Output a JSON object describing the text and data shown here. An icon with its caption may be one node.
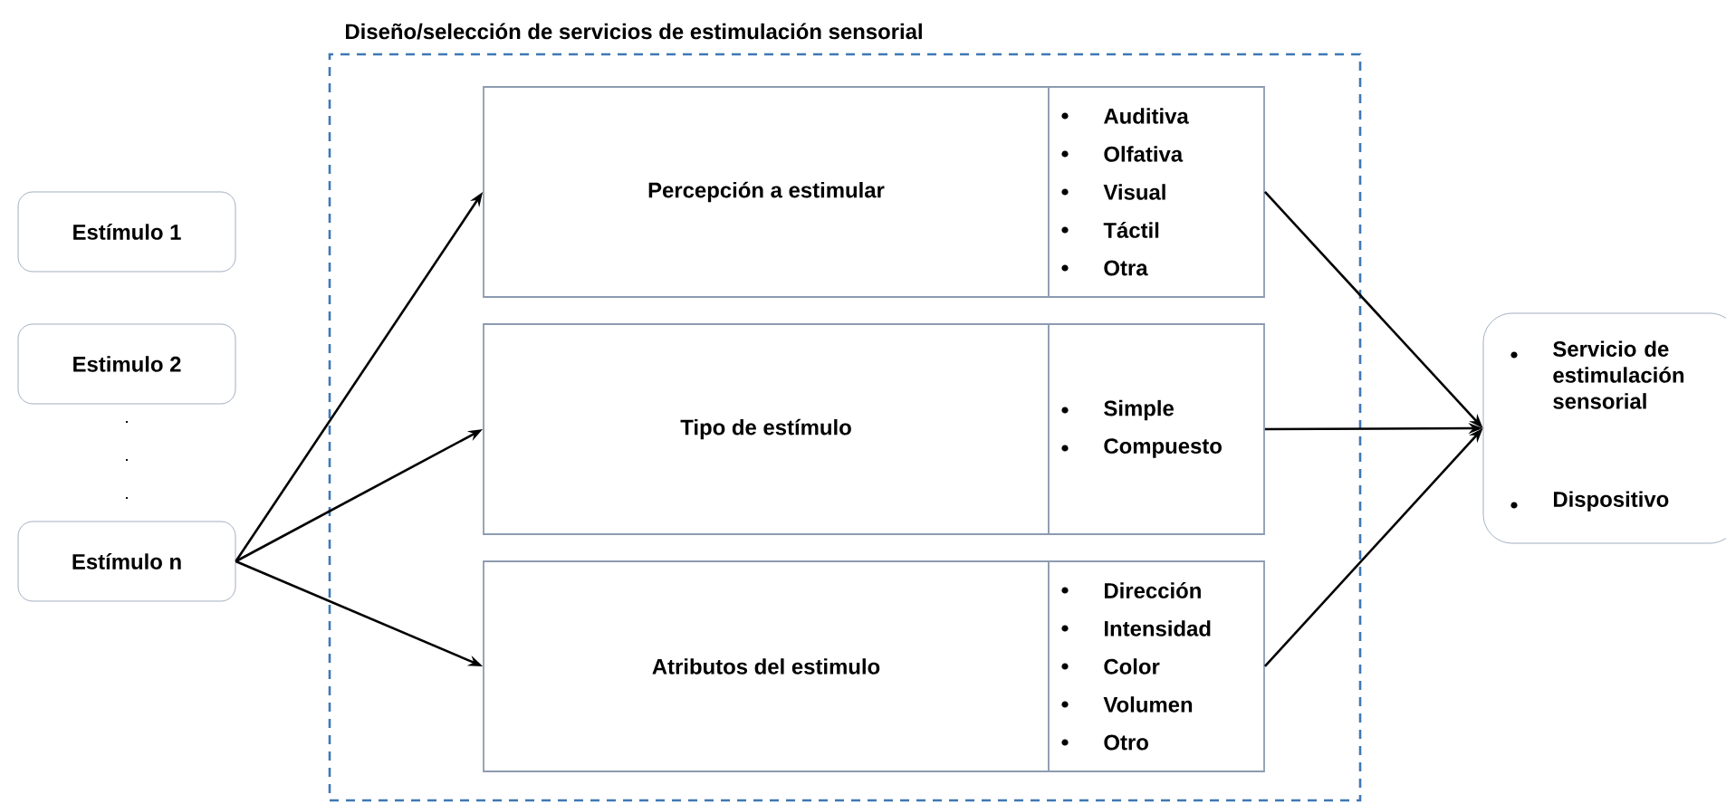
{
  "diagram": {
    "nodes": [
      {
        "text": [
          "Diseño/selección de servicios de estimulación sensorial"
        ]
      },
      {
        "text": [
          "Estímulo 1"
        ]
      },
      {
        "text": [
          "Estimulo 2"
        ]
      },
      {
        "text": [
          "Estímulo n"
        ]
      },
      {
        "text": [
          "Percepción a estimular"
        ],
        "in": 0
      },
      {
        "text": [
          "Auditiva",
          "Olfativa",
          "Visual",
          "Táctil",
          "Otra"
        ],
        "in": 0
      },
      {
        "text": [
          "Tipo de estímulo"
        ],
        "in": 0
      },
      {
        "text": [
          "Simple",
          "Compuesto"
        ],
        "in": 0
      },
      {
        "text": [
          "Atributos del estimulo"
        ],
        "in": 0
      },
      {
        "text": [
          "Dirección",
          "Intensidad",
          "Color",
          "Volumen",
          "Otro"
        ],
        "in": 0
      },
      {
        "text": [
          "Servicio de estimulación sensorial",
          "Dispositivo"
        ]
      }
    ],
    "edges": [
      {
        "from": 3,
        "to": 4,
        "arrow": "to"
      },
      {
        "from": 3,
        "to": 6,
        "arrow": "to"
      },
      {
        "from": 3,
        "to": 8,
        "arrow": "to"
      },
      {
        "from": 5,
        "to": 10,
        "arrow": "to"
      },
      {
        "from": 7,
        "to": 10,
        "arrow": "to"
      },
      {
        "from": 9,
        "to": 10,
        "arrow": "to"
      }
    ],
    "labels": [
      ".",
      ".",
      "."
    ]
  }
}
